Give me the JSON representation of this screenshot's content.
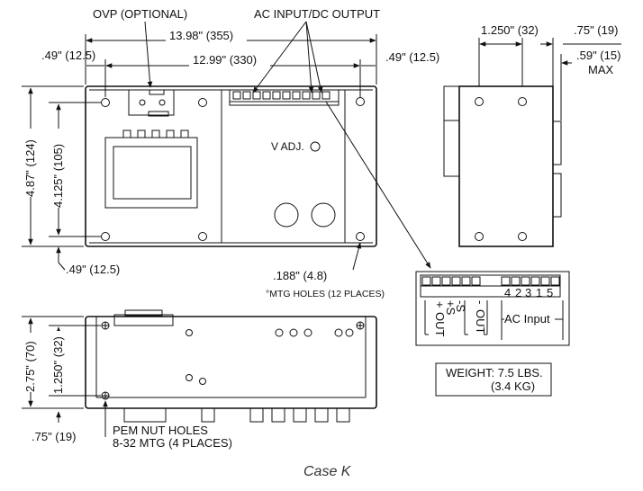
{
  "callouts": {
    "ovp": "OVP (OPTIONAL)",
    "ac_dc": "AC INPUT/DC OUTPUT",
    "v_adj": "V ADJ.",
    "mtg_size": ".188\" (4.8)",
    "mtg_holes": "°MTG HOLES (12 PLACES)",
    "pem_1": "PEM NUT HOLES",
    "pem_2": "8-32 MTG (4 PLACES)"
  },
  "dimensions": {
    "overall_width": "13.98\" (355)",
    "hole_span": "12.99\" (330)",
    "left_offset": ".49\" (12.5)",
    "right_offset": ".49\" (12.5)",
    "bottom_offset": ".49\" (12.5)",
    "height": "4.87\" (124)",
    "hole_height": "4.125\" (105)",
    "side_width": "1.250\" (32)",
    "side_depth": ".75\" (19)",
    "side_protrusion": ".59\" (15)",
    "side_protrusion_note": "MAX",
    "front_height": "2.75\" (70)",
    "front_hole_height": "1.250\" (32)",
    "front_bottom": ".75\" (19)"
  },
  "terminal": {
    "out_plus_sign": "+",
    "out_plus": "OUT",
    "sense_plus": "+S",
    "sense_minus": "-S",
    "out_minus_sign": "-",
    "out_minus": "OUT",
    "pins": [
      "4",
      "2",
      "3",
      "1",
      "5"
    ],
    "ac_input": "AC Input"
  },
  "weight": {
    "line1": "WEIGHT: 7.5 LBS.",
    "line2": "(3.4 KG)"
  },
  "caption": "Case K"
}
